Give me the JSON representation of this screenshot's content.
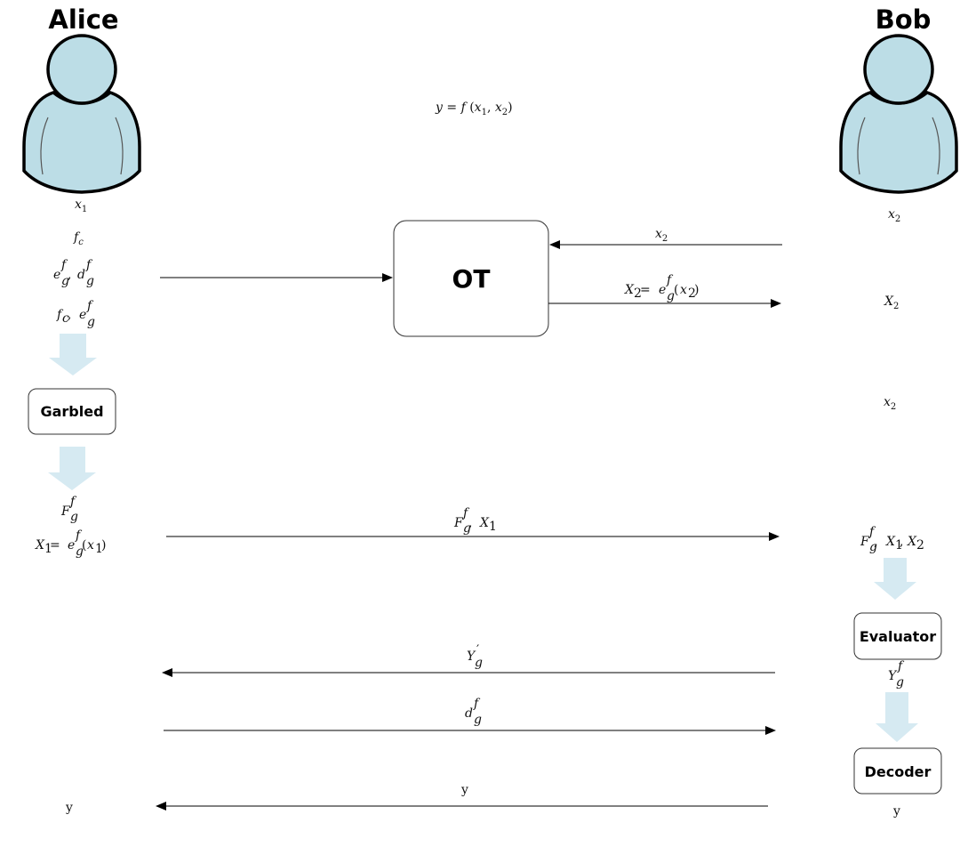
{
  "parties": {
    "alice": "Alice",
    "bob": "Bob"
  },
  "function_def": {
    "lhs": "y",
    "eq": " = ",
    "f": "f",
    "open": " (",
    "x": "x",
    "s1": "1",
    "comma": ", ",
    "x2": "x",
    "s2": "2",
    "close": ")"
  },
  "alice_column": {
    "x1": {
      "base": "x",
      "sub": "1"
    },
    "fc": {
      "base": "f",
      "sub": "c"
    },
    "eg_dg": {
      "e": "e",
      "e_sub": "g",
      "e_sup": "f",
      "sep": ", ",
      "d": "d",
      "d_sub": "g",
      "d_sup": "f"
    },
    "fc_eg": {
      "f": "f",
      "f_sub": "c",
      "sep": " , ",
      "e": "e",
      "e_sub": "g",
      "e_sup": "f"
    },
    "garbled_label": "Garbled",
    "Fg": {
      "base": "F",
      "sub": "g",
      "sup": "f"
    },
    "X1_eq": {
      "X": "X",
      "X_sub": "1",
      "eq": " = ",
      "e": "e",
      "e_sub": "g",
      "e_sup": "f",
      "open": "(",
      "x": "x",
      "x_sub": "1",
      "close": ")"
    },
    "y": "y"
  },
  "ot": {
    "label": "OT",
    "x2_in": {
      "base": "x",
      "sub": "2"
    },
    "X2_out": {
      "X": "X",
      "X_sub": "2",
      "eq": " = ",
      "e": "e",
      "e_sub": "g",
      "e_sup": "f",
      "open": "(",
      "x": "x",
      "x_sub": "2",
      "close": ")"
    }
  },
  "messages": {
    "Fg_X1": {
      "F": "F",
      "F_sub": "g",
      "F_sup": "f",
      "sep": " , ",
      "X": "X",
      "X_sub": "1"
    },
    "Yg": {
      "base": "Y",
      "sub": "g",
      "sup": "′"
    },
    "dg": {
      "base": "d",
      "sub": "g",
      "sup": "f"
    },
    "y": "y"
  },
  "bob_column": {
    "x2_top": {
      "base": "x",
      "sub": "2"
    },
    "X2": {
      "base": "X",
      "sub": "2"
    },
    "x2_mid": {
      "base": "x",
      "sub": "2"
    },
    "Fg_X1_X2": {
      "F": "F",
      "F_sub": "g",
      "F_sup": "f",
      "sep1": " , ",
      "X1": "X",
      "X1_sub": "1",
      "sep2": ", ",
      "X2": "X",
      "X2_sub": "2"
    },
    "evaluator_label": "Evaluator",
    "Yg": {
      "base": "Y",
      "sub": "g",
      "sup": "f"
    },
    "decoder_label": "Decoder",
    "y": "y"
  }
}
